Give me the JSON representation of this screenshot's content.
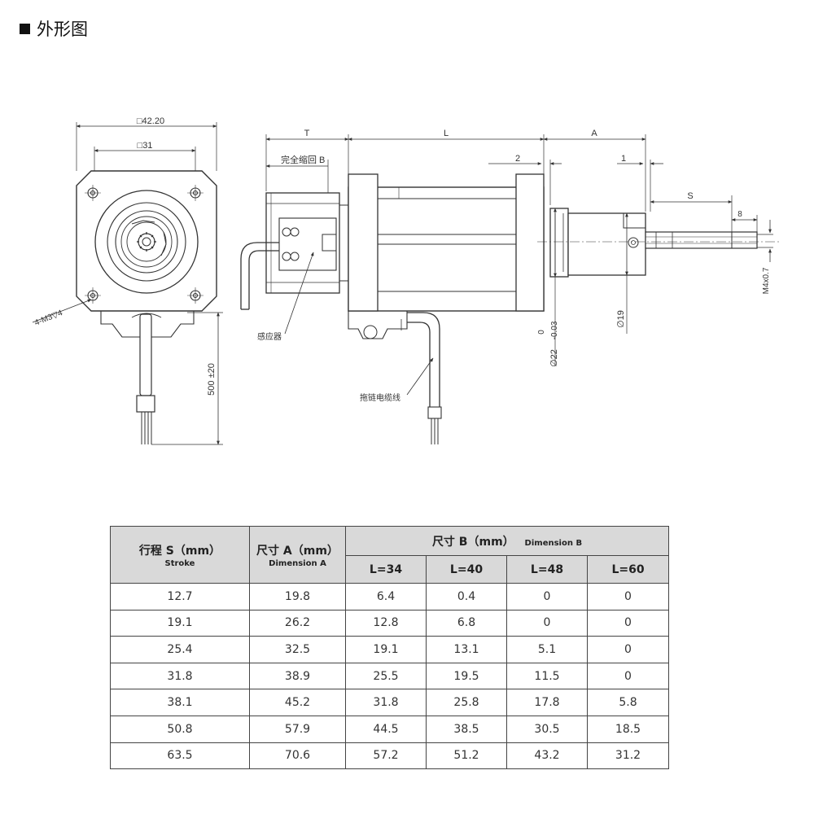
{
  "heading": {
    "title": "外形图"
  },
  "drawing": {
    "front_view": {
      "outer_dim": "□42.20",
      "inner_dim": "□31",
      "hole_note": "4-M3▽4",
      "cable_length": "500 ±20"
    },
    "side_view": {
      "dim_T": "T",
      "dim_L": "L",
      "dim_A": "A",
      "dim_2": "2",
      "dim_1": "1",
      "dim_S": "S",
      "dim_8": "8",
      "retract_label": "完全缩回 B",
      "sensor_label": "感应器",
      "cable_label": "拖链电缆线",
      "thread": "M4x0.7",
      "dia19": "∅19",
      "dia22": "∅22",
      "tol_upper": "0",
      "tol_lower": "-0.03"
    }
  },
  "table": {
    "header": {
      "stroke": "行程 S（mm）",
      "stroke_en": "Stroke",
      "dimA": "尺寸 A（mm）",
      "dimA_en": "Dimension A",
      "dimB": "尺寸 B（mm）",
      "dimB_en": "Dimension B",
      "L_cols": [
        "L=34",
        "L=40",
        "L=48",
        "L=60"
      ]
    },
    "rows": [
      [
        "12.7",
        "19.8",
        "6.4",
        "0.4",
        "0",
        "0"
      ],
      [
        "19.1",
        "26.2",
        "12.8",
        "6.8",
        "0",
        "0"
      ],
      [
        "25.4",
        "32.5",
        "19.1",
        "13.1",
        "5.1",
        "0"
      ],
      [
        "31.8",
        "38.9",
        "25.5",
        "19.5",
        "11.5",
        "0"
      ],
      [
        "38.1",
        "45.2",
        "31.8",
        "25.8",
        "17.8",
        "5.8"
      ],
      [
        "50.8",
        "57.9",
        "44.5",
        "38.5",
        "30.5",
        "18.5"
      ],
      [
        "63.5",
        "70.6",
        "57.2",
        "51.2",
        "43.2",
        "31.2"
      ]
    ]
  }
}
